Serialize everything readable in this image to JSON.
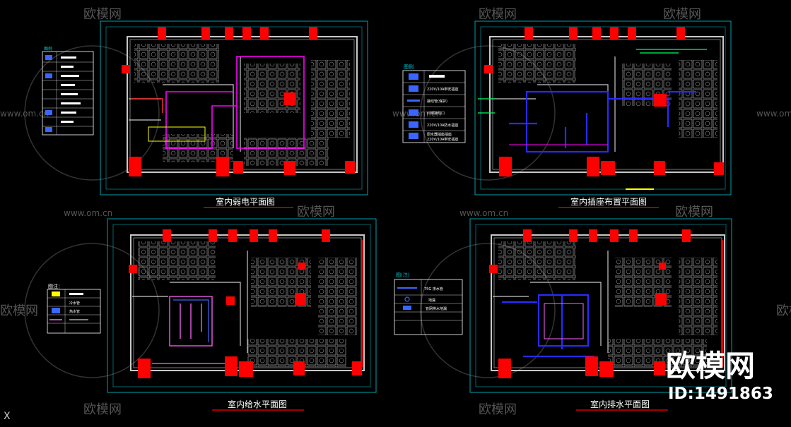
{
  "watermark": {
    "brand_cn": "欧模网",
    "url": "www.om.cn"
  },
  "plans": [
    {
      "id": "weak",
      "title": "室内弱电平面图"
    },
    {
      "id": "socket",
      "title": "室内插座布置平面图"
    },
    {
      "id": "water",
      "title": "室内给水平面图"
    },
    {
      "id": "drain",
      "title": "室内排水平面图"
    }
  ],
  "legends": {
    "socket": {
      "title": "图例",
      "rows": [
        "220V/10A带安插座",
        "接线管(保护)",
        "间网接线口",
        "220V/10A防水插座",
        "厨水器插座插座",
        "220V/10A带安插座"
      ]
    },
    "water": {
      "title": "图注：",
      "rows": [
        "冷水管",
        "热水管"
      ]
    },
    "drain": {
      "title": "图(注)",
      "rows": [
        "75G 排水管",
        "地漏",
        "管网排水地漏"
      ]
    }
  },
  "brand_footer": {
    "logo_text": "欧模网",
    "id_label": "ID:1491863"
  },
  "close_glyph": "X",
  "colors": {
    "background": "#000000",
    "wall": "#c8c8c8",
    "column": "#ff0000",
    "dimension": "#00c8d8",
    "weak_line": "#ff00ff",
    "socket_line": "#0000ff",
    "water_line": "#ff66ff",
    "drain_line": "#2222ff",
    "accent": "#ffff00",
    "title_underline": "#ff0000"
  }
}
